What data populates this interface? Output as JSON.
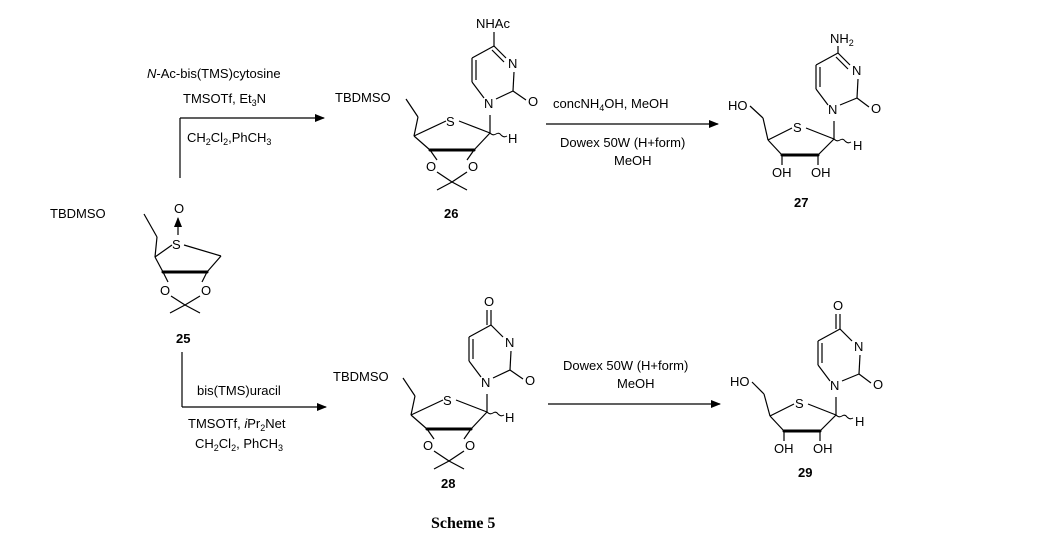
{
  "caption": "Scheme 5",
  "compounds": {
    "c25": {
      "number": "25",
      "substituent": "TBDMSO",
      "ring_heteroatom": "S",
      "oxide": "O",
      "diol_o1": "O",
      "diol_o2": "O"
    },
    "c26": {
      "number": "26",
      "substituent": "TBDMSO",
      "ring_heteroatom": "S",
      "base_group": "NHAc",
      "n1": "N",
      "n3": "N",
      "carbonyl": "O",
      "h": "H",
      "diol_o1": "O",
      "diol_o2": "O"
    },
    "c27": {
      "number": "27",
      "substituent": "HO",
      "ring_heteroatom": "S",
      "base_group": "NH",
      "base_group_sub": "2",
      "n1": "N",
      "n3": "N",
      "carbonyl": "O",
      "h": "H",
      "oh1": "OH",
      "oh2": "OH"
    },
    "c28": {
      "number": "28",
      "substituent": "TBDMSO",
      "ring_heteroatom": "S",
      "base_group": "O",
      "n1": "N",
      "n3": "N",
      "carbonyl": "O",
      "h": "H",
      "diol_o1": "O",
      "diol_o2": "O"
    },
    "c29": {
      "number": "29",
      "substituent": "HO",
      "ring_heteroatom": "S",
      "base_group": "O",
      "n1": "N",
      "n3": "N",
      "carbonyl": "O",
      "h": "H",
      "oh1": "OH",
      "oh2": "OH"
    }
  },
  "reactions": {
    "r1": {
      "line1_prefix": "N",
      "line1_rest": "-Ac-bis(TMS)cytosine",
      "line2_a": "TMSOTf, Et",
      "line2_sub": "3",
      "line2_b": "N",
      "line3_a": "CH",
      "line3_sub1": "2",
      "line3_b": "Cl",
      "line3_sub2": "2",
      "line3_c": ",PhCH",
      "line3_sub3": "3"
    },
    "r2": {
      "line1_a": "concNH",
      "line1_sub": "4",
      "line1_b": "OH, MeOH",
      "line2": "Dowex 50W (H+form)",
      "line3": "MeOH"
    },
    "r3": {
      "line1": "bis(TMS)uracil",
      "line2_a": "TMSOTf, ",
      "line2_i": "i",
      "line2_b": "Pr",
      "line2_sub": "2",
      "line2_c": "Net",
      "line3_a": "CH",
      "line3_sub1": "2",
      "line3_b": "Cl",
      "line3_sub2": "2",
      "line3_c": ", PhCH",
      "line3_sub3": "3"
    },
    "r4": {
      "line1": "Dowex 50W (H+form)",
      "line2": "MeOH"
    }
  }
}
